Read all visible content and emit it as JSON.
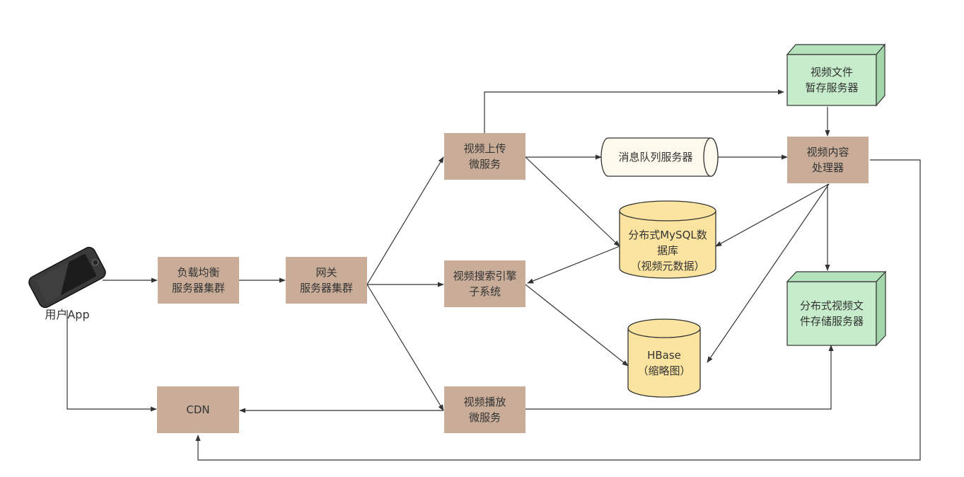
{
  "colors": {
    "box": "#c9ad98",
    "green": "#c6eccb",
    "cylinder": "#fbe3a0",
    "queue": "#fdf9ec",
    "line": "#333333"
  },
  "nodes": {
    "user_app": "用户App",
    "load_balancer": "负载均衡\n服务器集群",
    "gateway": "网关\n服务器集群",
    "upload_service": "视频上传\n微服务",
    "search_engine": "视频搜索引擎\n子系统",
    "play_service": "视频播放\n微服务",
    "cdn": "CDN",
    "message_queue": "消息队列服务器",
    "mysql": "分布式MySQL数\n据库\n（视频元数据）",
    "hbase": "HBase\n（缩略图）",
    "temp_storage": "视频文件\n暂存服务器",
    "content_processor": "视频内容\n处理器",
    "dist_storage": "分布式视频文\n件存储服务器"
  }
}
